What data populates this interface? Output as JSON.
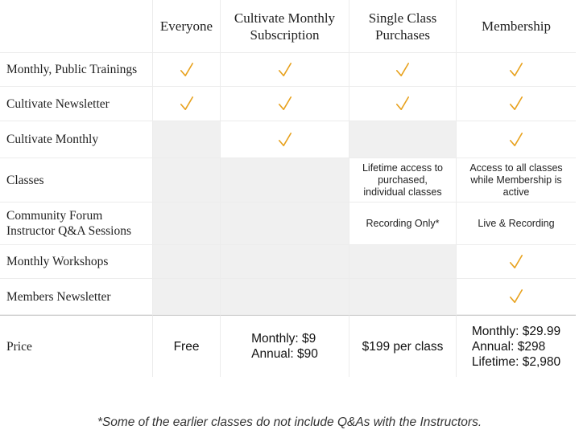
{
  "columns": [
    "",
    "Everyone",
    "Cultivate Monthly\nSubscription",
    "Single Class\nPurchases",
    "Membership"
  ],
  "rows": [
    {
      "label": "Monthly, Public Trainings"
    },
    {
      "label": "Cultivate Newsletter"
    },
    {
      "label": "Cultivate Monthly"
    },
    {
      "label": "Classes",
      "single_class": "Lifetime access to purchased, individual classes",
      "membership": "Access to all classes while Membership is active"
    },
    {
      "label": "Community Forum\nInstructor Q&A Sessions",
      "single_class": "Recording Only*",
      "membership": "Live & Recording"
    },
    {
      "label": "Monthly Workshops"
    },
    {
      "label": "Members Newsletter"
    }
  ],
  "price": {
    "label": "Price",
    "everyone": "Free",
    "subscription": [
      "Monthly: $9",
      "Annual: $90"
    ],
    "single_class": "$199 per class",
    "membership": [
      "Monthly: $29.99",
      "Annual: $298",
      "Lifetime: $2,980"
    ]
  },
  "footnote": "*Some of the earlier classes do not include Q&As with the Instructors.",
  "colors": {
    "check": "#e8a21e",
    "gray_cell": "#f0f0f0"
  },
  "icon": "checkmark-icon"
}
